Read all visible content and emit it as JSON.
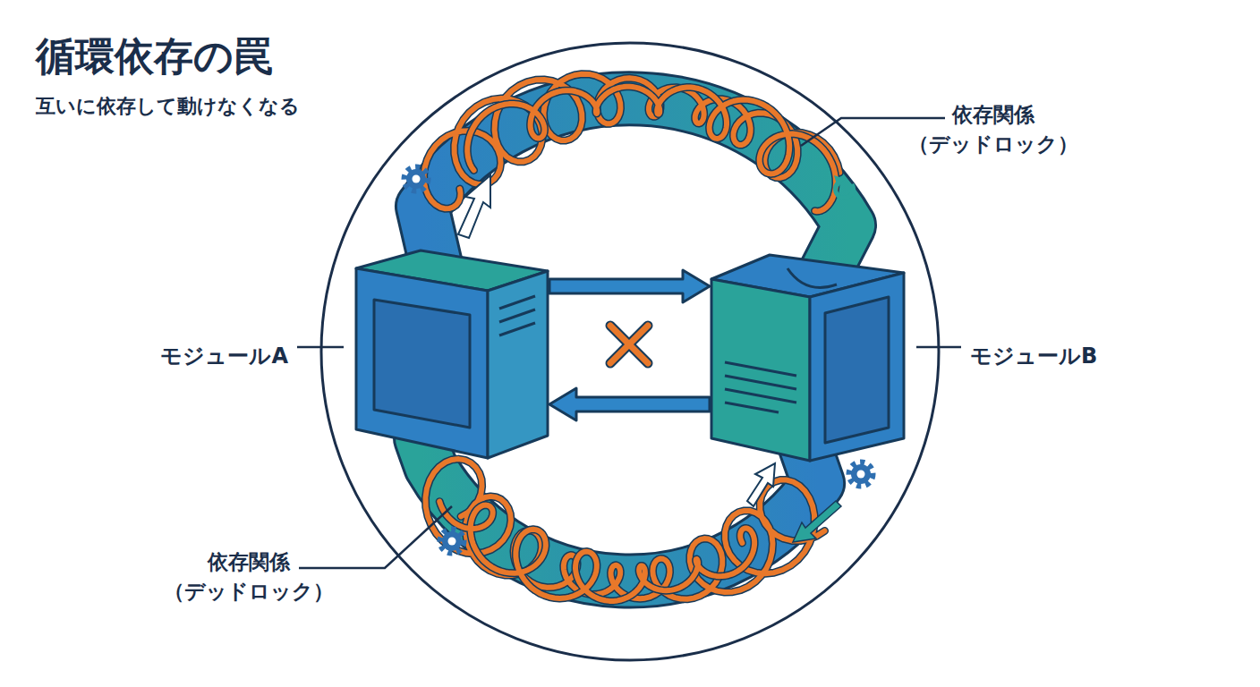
{
  "diagram": {
    "title": "循環依存の罠",
    "caption": "互いに依存して動けなくなる",
    "nodes": [
      {
        "text": [
          "モジュールA"
        ]
      },
      {
        "text": [
          "モジュールB"
        ]
      }
    ],
    "edges": [
      {
        "from": 0,
        "to": 1,
        "arrow": "to"
      },
      {
        "from": 1,
        "to": 0,
        "arrow": "to"
      }
    ],
    "labels": [
      "依存関係 （デッドロック）",
      "依存関係 （デッドロック）"
    ]
  }
}
